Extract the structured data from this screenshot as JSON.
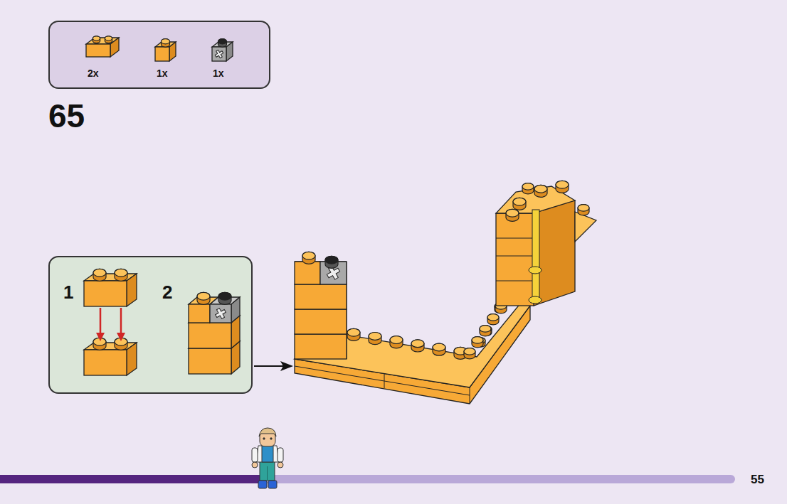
{
  "diagram": {
    "nodes": [
      {
        "text": [
          "2x",
          "1x",
          "1x"
        ]
      },
      {
        "text": [
          "1",
          "2"
        ]
      }
    ],
    "labels": [
      "65",
      "55"
    ]
  }
}
